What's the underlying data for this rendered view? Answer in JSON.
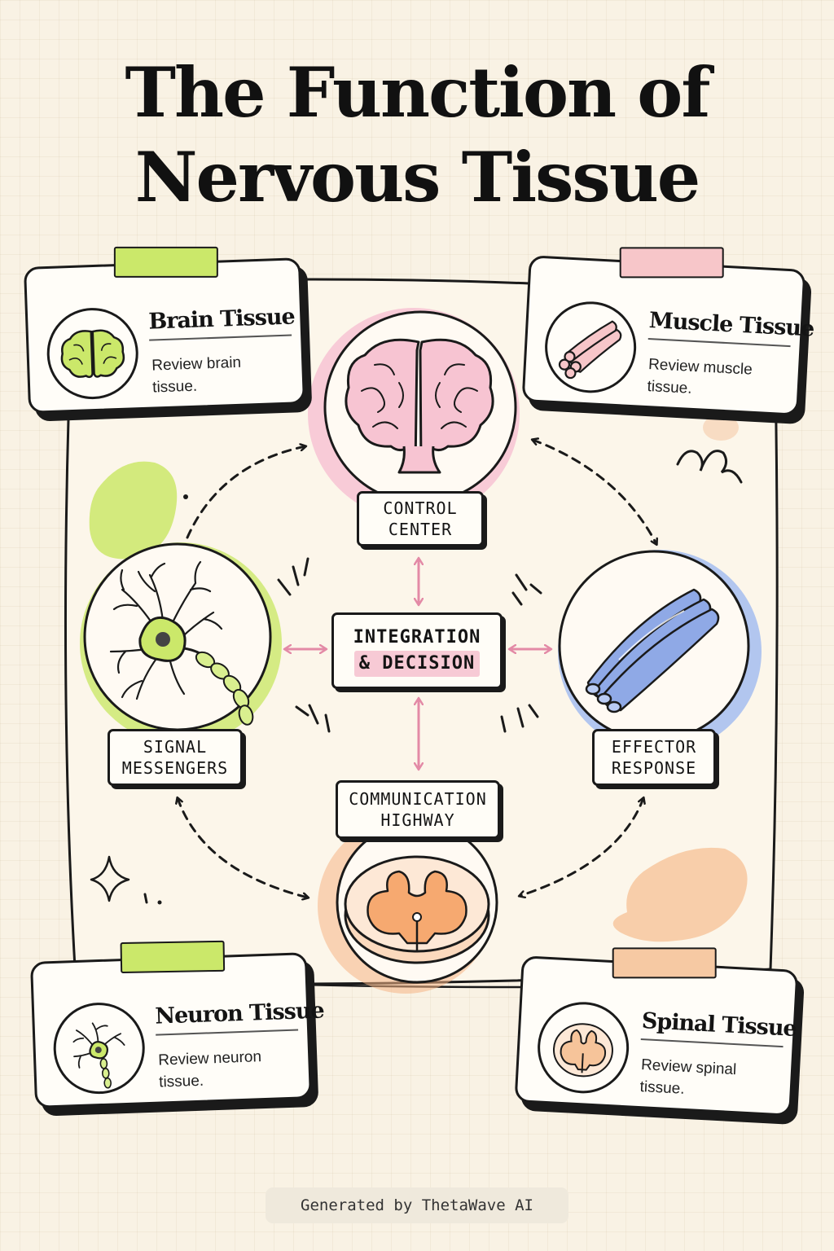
{
  "title": {
    "line1": "The Function of",
    "line2": "Nervous Tissue"
  },
  "hub": {
    "control": {
      "line1": "CONTROL",
      "line2": "CENTER"
    },
    "integration": {
      "line1": "INTEGRATION",
      "line2": "& DECISION"
    },
    "signal": {
      "line1": "SIGNAL",
      "line2": "MESSENGERS"
    },
    "effector": {
      "line1": "EFFECTOR",
      "line2": "RESPONSE"
    },
    "communication": {
      "line1": "COMMUNICATION",
      "line2": "HIGHWAY"
    }
  },
  "cards": {
    "brain": {
      "title": "Brain Tissue",
      "desc": "Review brain tissue.",
      "tape_color": "#cbe86a",
      "icon": "brain-icon"
    },
    "muscle": {
      "title": "Muscle Tissue",
      "desc": "Review muscle tissue.",
      "tape_color": "#f7c6c9",
      "icon": "muscle-icon"
    },
    "neuron": {
      "title": "Neuron Tissue",
      "desc": "Review neuron tissue.",
      "tape_color": "#cbe86a",
      "icon": "neuron-icon"
    },
    "spinal": {
      "title": "Spinal Tissue",
      "desc": "Review spinal tissue.",
      "tape_color": "#f6c9a3",
      "icon": "spinal-cord-icon"
    }
  },
  "colors": {
    "pink_accent": "#e38aa6",
    "green_accent": "#cbe86a",
    "blue_accent": "#9fbaf0",
    "orange_accent": "#f6b585",
    "background": "#f9f2e4"
  },
  "footer": {
    "text": "Generated by ThetaWave AI"
  }
}
